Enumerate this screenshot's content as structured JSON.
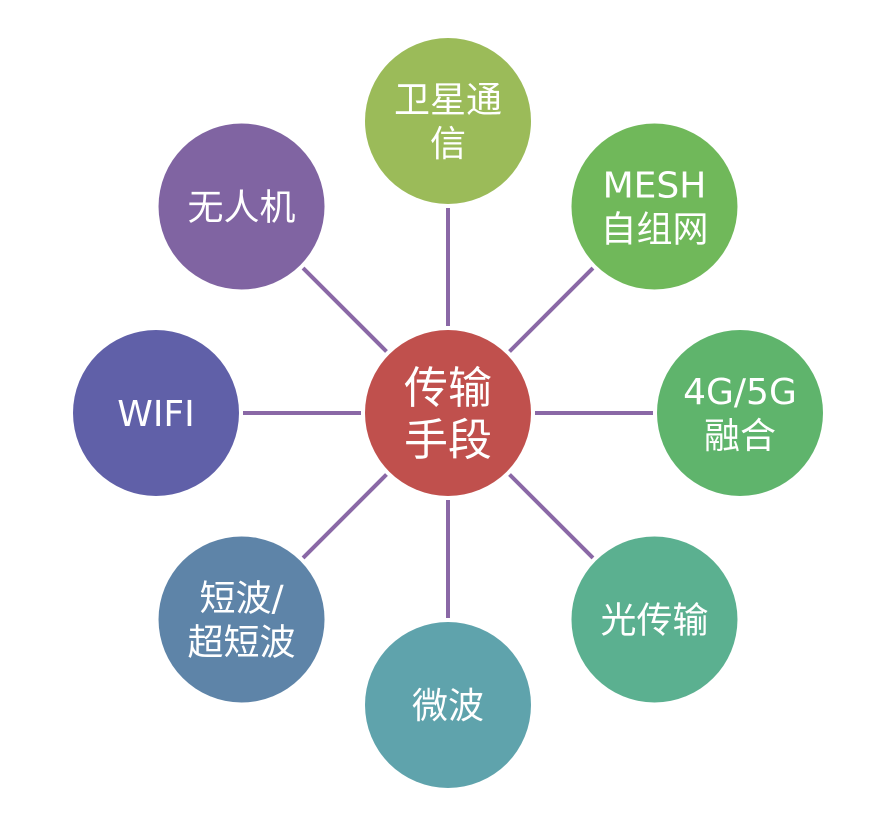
{
  "center": {
    "lines": [
      "传输",
      "手段"
    ],
    "color": "#c0504d"
  },
  "nodes": [
    {
      "id": "satellite",
      "lines": [
        "卫星通",
        "信"
      ],
      "color": "#9bbb59"
    },
    {
      "id": "mesh",
      "lines": [
        "MESH",
        "自组网"
      ],
      "color": "#70b85a"
    },
    {
      "id": "4g5g",
      "lines": [
        "4G/5G",
        "融合"
      ],
      "color": "#5fb46c"
    },
    {
      "id": "optical",
      "lines": [
        "光传输"
      ],
      "color": "#5bb090"
    },
    {
      "id": "microwave",
      "lines": [
        "微波"
      ],
      "color": "#5fa3ac"
    },
    {
      "id": "shortwave",
      "lines": [
        "短波/",
        "超短波"
      ],
      "color": "#5e84a8"
    },
    {
      "id": "wifi",
      "lines": [
        "WIFI"
      ],
      "color": "#6060a8"
    },
    {
      "id": "uav",
      "lines": [
        "无人机"
      ],
      "color": "#8064a2"
    }
  ],
  "spoke_color": "#8a68a6"
}
